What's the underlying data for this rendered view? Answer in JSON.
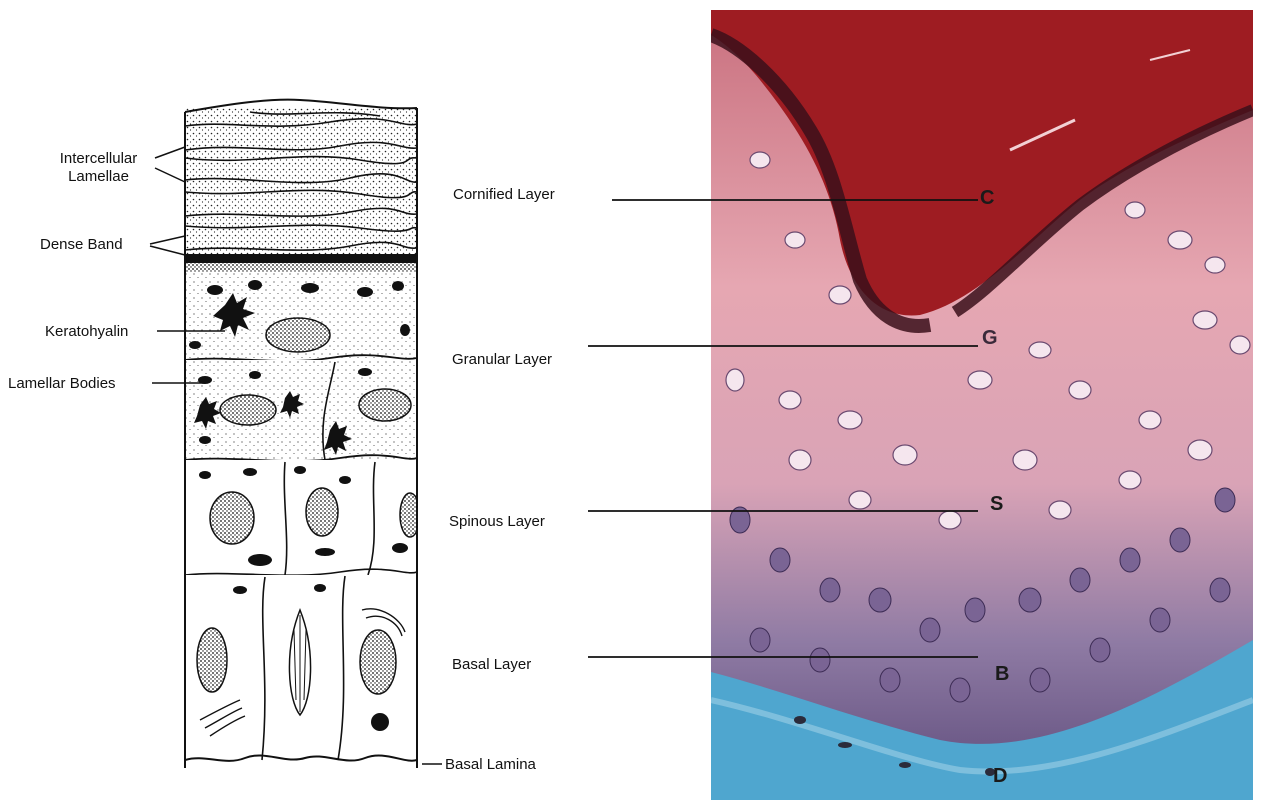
{
  "diagram_labels": {
    "intercellular_lamellae": [
      "Intercellular",
      "Lamellae"
    ],
    "dense_band": "Dense Band",
    "keratohyalin": "Keratohyalin",
    "lamellar_bodies": "Lamellar Bodies",
    "basal_lamina": "Basal Lamina"
  },
  "layer_labels": {
    "cornified": "Cornified Layer",
    "granular": "Granular Layer",
    "spinous": "Spinous Layer",
    "basal": "Basal Layer"
  },
  "micrograph_letters": {
    "cornified": "C",
    "granular": "G",
    "spinous": "S",
    "basal": "B",
    "dermis": "D"
  },
  "colors": {
    "cornified": "#9e1c22",
    "epidermis_pink": "#d88a98",
    "basal_purple": "#6e5a8c",
    "dermis_blue": "#4fa6cf",
    "ink": "#111111"
  }
}
